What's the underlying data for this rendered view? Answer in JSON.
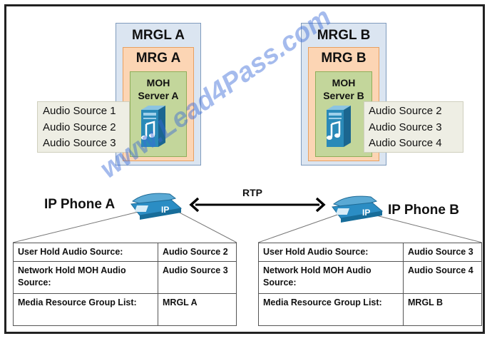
{
  "left_group": {
    "mrgl_label": "MRGL A",
    "mrg_label": "MRG A",
    "moh_line1": "MOH",
    "moh_line2": "Server  A",
    "audio_sources": [
      "Audio Source 1",
      "Audio Source 2",
      "Audio Source 3"
    ]
  },
  "right_group": {
    "mrgl_label": "MRGL B",
    "mrg_label": "MRG B",
    "moh_line1": "MOH",
    "moh_line2": "Server  B",
    "audio_sources": [
      "Audio Source 2",
      "Audio Source 3",
      "Audio Source 4"
    ]
  },
  "phones": {
    "a_label": "IP Phone A",
    "b_label": "IP Phone B",
    "phone_badge": "IP"
  },
  "connection": {
    "label": "RTP"
  },
  "table_a": {
    "rows": [
      [
        "User Hold Audio Source:",
        "Audio Source 2"
      ],
      [
        "Network Hold MOH Audio Source:",
        "Audio Source 3"
      ],
      [
        "Media Resource Group List:",
        "MRGL  A"
      ]
    ]
  },
  "table_b": {
    "rows": [
      [
        "User Hold Audio Source:",
        "Audio Source 3"
      ],
      [
        "Network Hold MOH Audio Source:",
        "Audio Source 4"
      ],
      [
        "Media Resource Group List:",
        "MRGL  B"
      ]
    ]
  },
  "watermark": "www.Lead4Pass.com",
  "colors": {
    "mrgl_fill": "#dbe5f1",
    "mrg_fill": "#fcd5b4",
    "moh_fill": "#c3d69b",
    "source_fill": "#eeeee4",
    "phone": "#2b8dc4",
    "server": "#2a8ab8"
  }
}
